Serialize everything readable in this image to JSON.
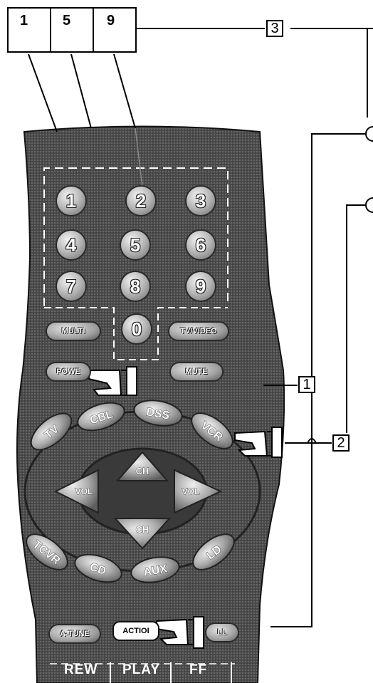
{
  "code_digits": [
    "1",
    "5",
    "9"
  ],
  "callouts": [
    "3",
    "1",
    "2"
  ],
  "number_keys": [
    "1",
    "2",
    "3",
    "4",
    "5",
    "6",
    "7",
    "8",
    "9",
    "0"
  ],
  "buttons": {
    "multi": "MULTI",
    "tv_video": "TV/VIDEO",
    "power": "POWE",
    "mute": "MUTE",
    "action": "ACTIOI",
    "a_tune": "A-TUNE",
    "all": "LL"
  },
  "device_keys": [
    "TV",
    "CBL",
    "DSS",
    "VCR",
    "TCVR",
    "CD",
    "AUX",
    "LD"
  ],
  "nav_keys": {
    "ch_up": "CH",
    "ch_down": "CH",
    "vol_left": "VOL",
    "vol_right": "VOL"
  },
  "transport": [
    "REW",
    "PLAY",
    "FF"
  ]
}
